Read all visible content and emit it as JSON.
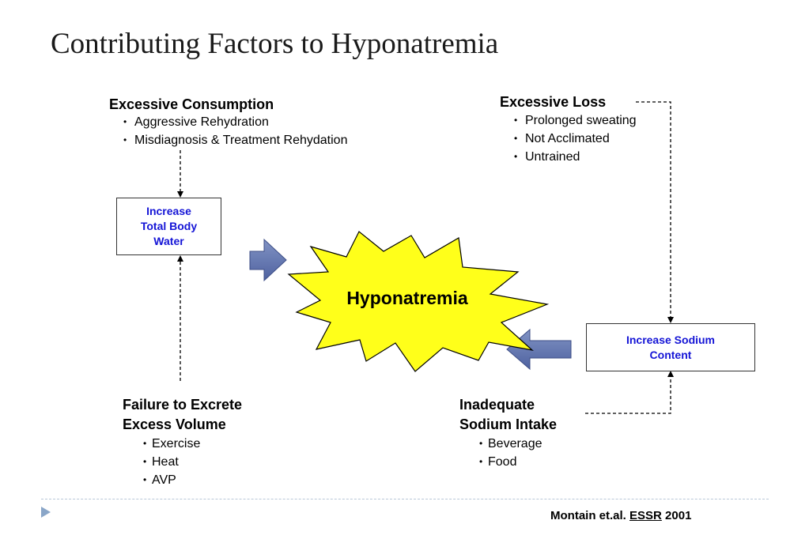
{
  "title": "Contributing Factors to Hyponatremia",
  "excessive_consumption": {
    "heading": "Excessive Consumption",
    "items": [
      "Aggressive Rehydration",
      "Misdiagnosis & Treatment Rehydation"
    ]
  },
  "excessive_loss": {
    "heading": "Excessive Loss",
    "items": [
      "Prolonged sweating",
      "Not Acclimated",
      "Untrained"
    ]
  },
  "failure_to_excrete": {
    "heading_line1": "Failure to Excrete",
    "heading_line2": "Excess Volume",
    "items": [
      "Exercise",
      "Heat",
      "AVP"
    ]
  },
  "inadequate_sodium": {
    "heading_line1": "Inadequate",
    "heading_line2": "Sodium Intake",
    "items": [
      "Beverage",
      "Food"
    ]
  },
  "box_total_body_water": {
    "line1": "Increase",
    "line2": "Total Body",
    "line3": "Water"
  },
  "box_sodium_content": {
    "line1": "Increase Sodium",
    "line2": "Content"
  },
  "center_label": "Hyponatremia",
  "citation": {
    "authors": "Montain et.al.",
    "journal": "ESSR",
    "year": "2001"
  },
  "bullet_glyph": "•",
  "colors": {
    "box_text": "#1414d6",
    "burst_fill": "#ffff1a",
    "block_arrow": "#5f73a8",
    "footer_accent": "#8aa6c8"
  }
}
